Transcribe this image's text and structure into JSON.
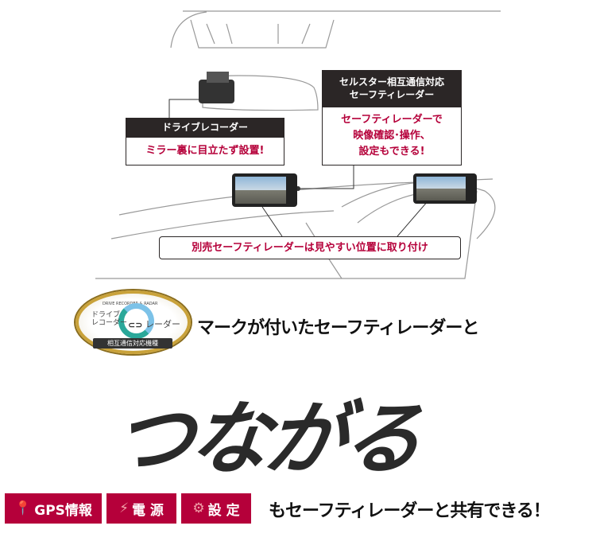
{
  "callouts": {
    "recorder": {
      "title": "ドライブレコーダー",
      "text": "ミラー裏に目立たず設置!"
    },
    "radar": {
      "title1": "セルスター相互通信対応",
      "title2": "セーフティレーダー",
      "line1": "セーフティレーダーで",
      "line2": "映像確認･操作、",
      "line3": "設定もできる!"
    },
    "mount": {
      "text": "別売セーフティレーダーは見やすい位置に取り付け"
    }
  },
  "badge": {
    "top": "DRIVE RECORDER & RADAR",
    "left1": "ドライブ",
    "left2": "レコーダー",
    "right": "レーダー",
    "bottom": "相互通信対応機種"
  },
  "headline": "マークが付いたセーフティレーダーと",
  "big": "つながる",
  "features": [
    {
      "label": "GPS情報",
      "icon": "map-pin-icon"
    },
    {
      "label": "電 源",
      "icon": "lightning-icon"
    },
    {
      "label": "設 定",
      "icon": "gear-icon"
    }
  ],
  "closing": "もセーフティレーダーと共有できる！",
  "colors": {
    "accent": "#b5003a",
    "dark": "#2b2626",
    "badge_gold": "#c9a23a"
  }
}
